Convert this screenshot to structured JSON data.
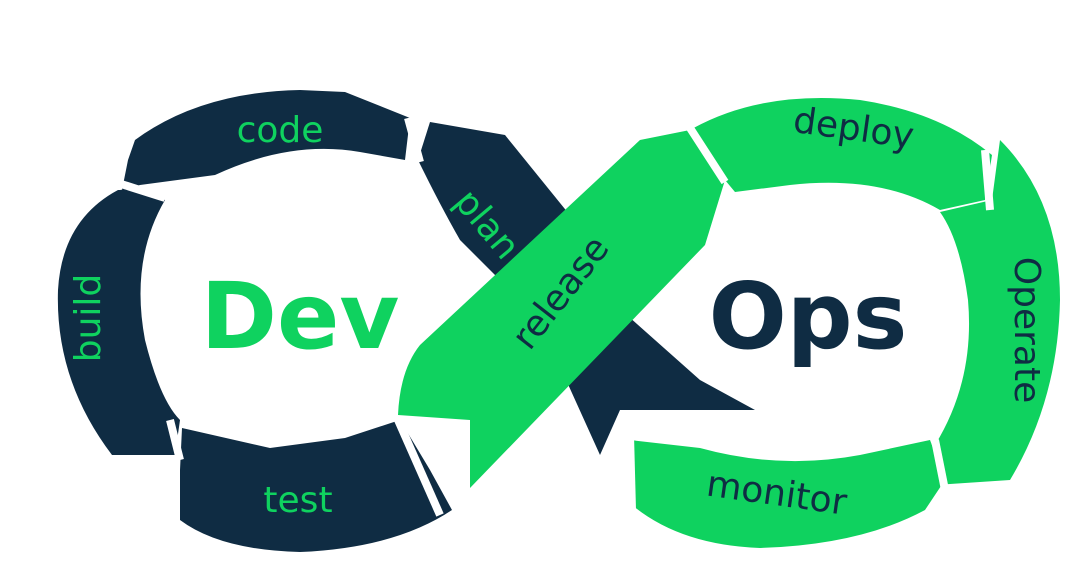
{
  "colors": {
    "navy": "#0f2c43",
    "green": "#0fd25f",
    "white": "#ffffff"
  },
  "center": {
    "dev": "Dev",
    "ops": "Ops"
  },
  "stages": {
    "code": "code",
    "plan": "plan",
    "build": "build",
    "test": "test",
    "release": "release",
    "deploy": "deploy",
    "operate": "Operate",
    "monitor": "monitor"
  }
}
